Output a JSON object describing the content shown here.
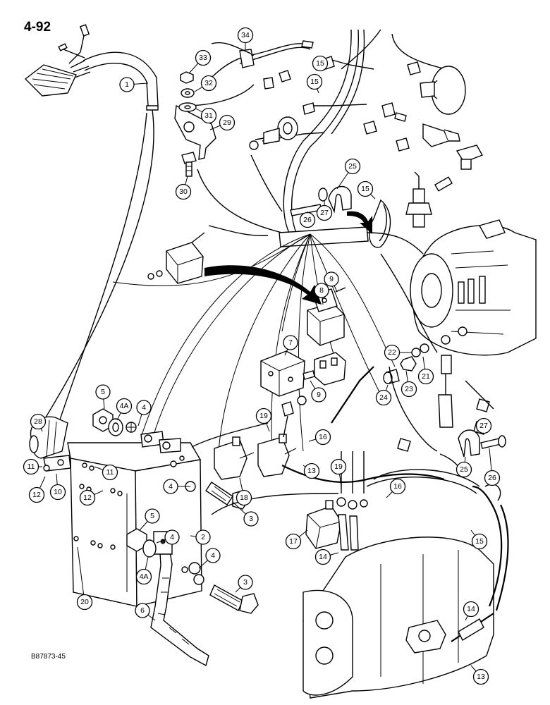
{
  "page_number": "4-92",
  "drawing_code": "B87873-45",
  "callouts": [
    "1",
    "2",
    "3",
    "3",
    "4",
    "4",
    "4",
    "4",
    "4A",
    "4A",
    "5",
    "5",
    "6",
    "7",
    "8",
    "9",
    "9",
    "10",
    "11",
    "11",
    "12",
    "12",
    "13",
    "13",
    "14",
    "14",
    "15",
    "15",
    "15",
    "15",
    "16",
    "16",
    "17",
    "18",
    "19",
    "19",
    "20",
    "21",
    "22",
    "23",
    "24",
    "25",
    "25",
    "26",
    "26",
    "27",
    "27",
    "28",
    "29",
    "30",
    "31",
    "32",
    "33",
    "34"
  ]
}
